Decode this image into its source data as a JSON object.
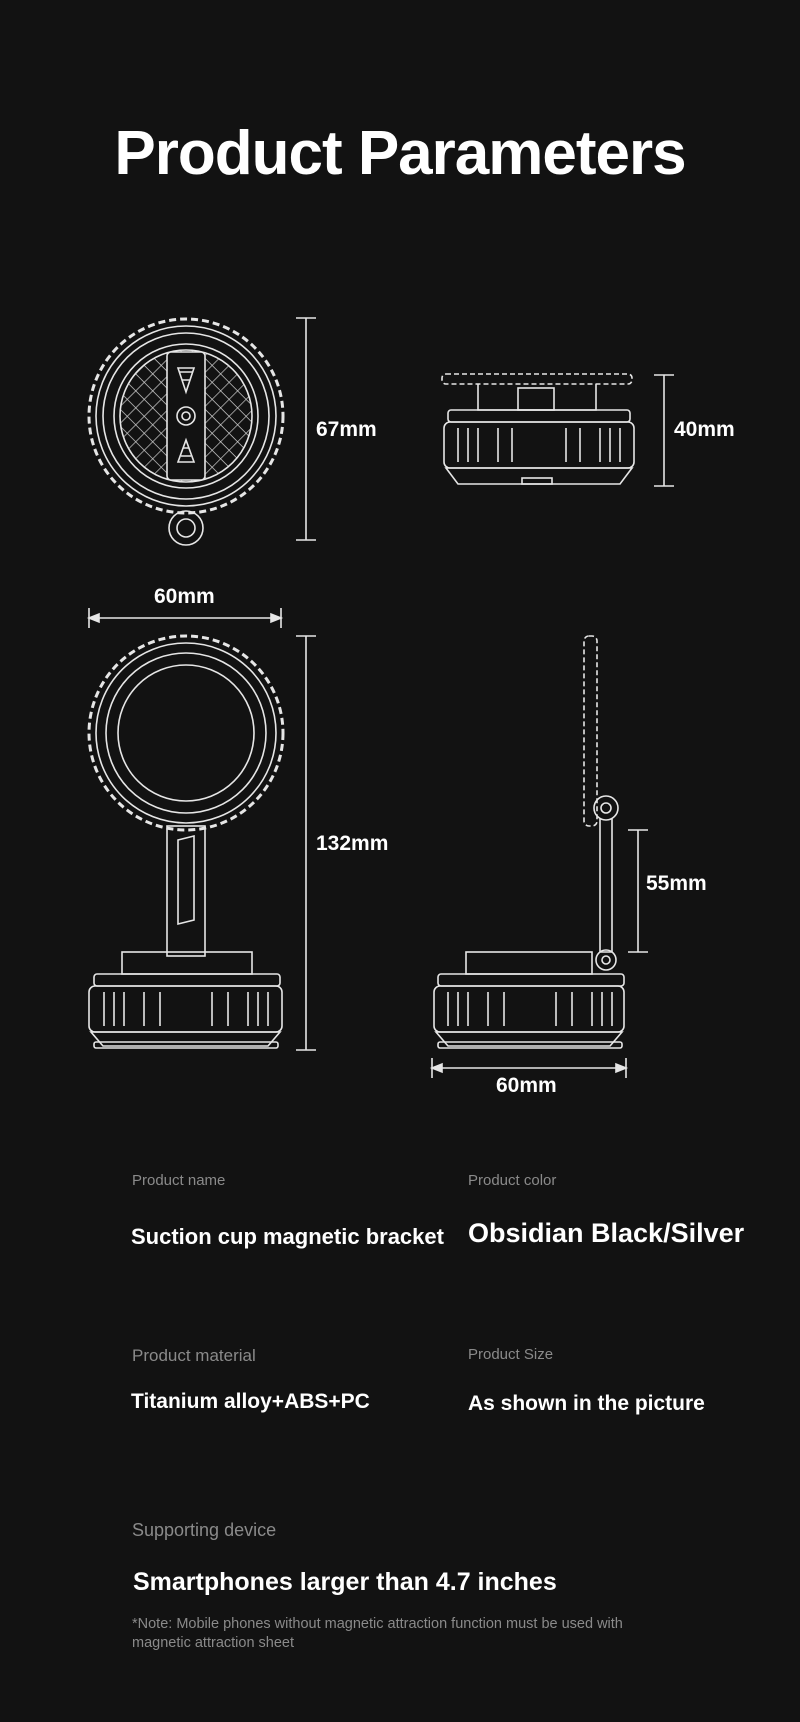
{
  "page": {
    "title": "Product Parameters"
  },
  "dimensions": {
    "front_height": "67mm",
    "side_height": "40mm",
    "mount_width": "60mm",
    "total_height": "132mm",
    "arm_height": "55mm",
    "base_width": "60mm"
  },
  "specs": {
    "product_name": {
      "label": "Product name",
      "value": "Suction cup magnetic bracket"
    },
    "product_color": {
      "label": "Product color",
      "value": "Obsidian Black/Silver"
    },
    "product_material": {
      "label": "Product material",
      "value": "Titanium alloy+ABS+PC"
    },
    "product_size": {
      "label": "Product Size",
      "value": "As shown in the picture"
    },
    "supporting_device": {
      "label": "Supporting device",
      "value": "Smartphones larger than 4.7 inches"
    },
    "note": "*Note: Mobile phones without magnetic attraction function must be used with magnetic attraction sheet"
  },
  "colors": {
    "background": "#121212",
    "line": "#e6e6e6",
    "label_grey": "#8a8a8a"
  }
}
